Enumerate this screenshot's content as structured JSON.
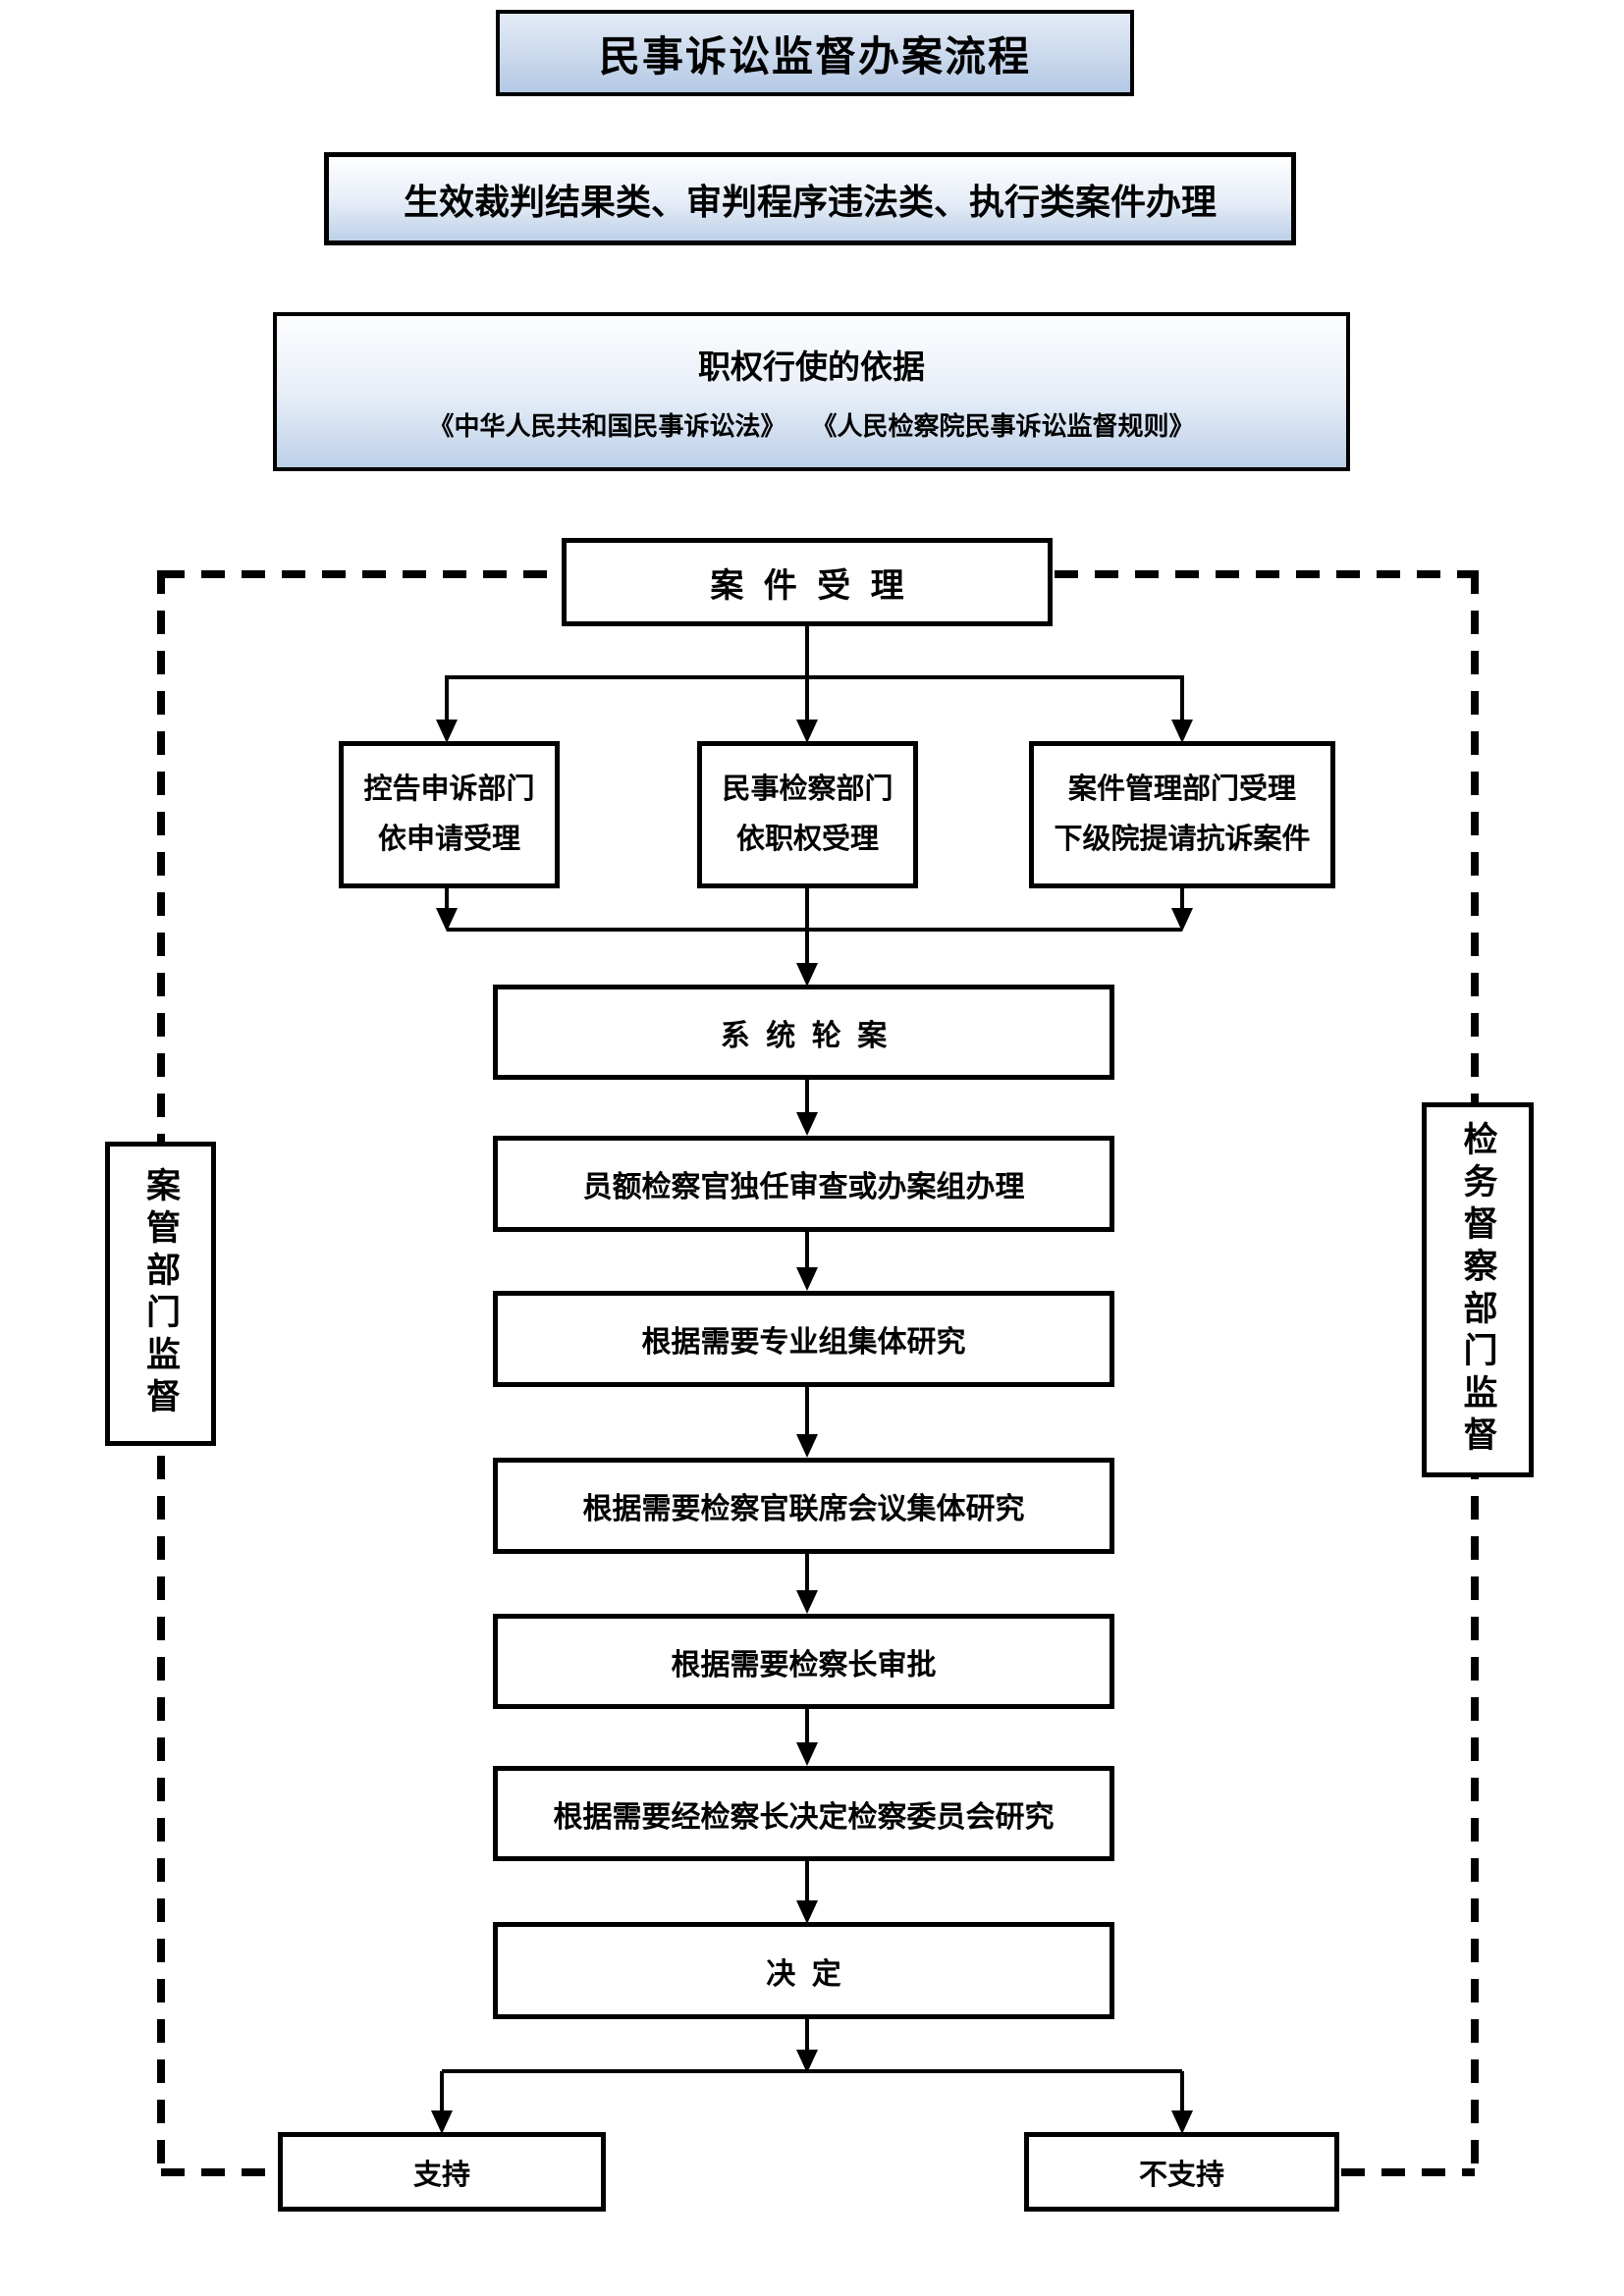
{
  "header": {
    "title": "民事诉讼监督办案流程",
    "scope": "生效裁判结果类、审判程序违法类、执行类案件办理",
    "basis_title": "职权行使的依据",
    "basis_refs": "《中华人民共和国民事诉讼法》　　《人民检察院民事诉讼监督规则》"
  },
  "flow": {
    "acceptance": "案件受理",
    "departments": [
      {
        "line1": "控告申诉部门",
        "line2": "依申请受理"
      },
      {
        "line1": "民事检察部门",
        "line2": "依职权受理"
      },
      {
        "line1": "案件管理部门受理",
        "line2": "下级院提请抗诉案件"
      }
    ],
    "steps": [
      "系统轮案",
      "员额检察官独任审查或办案组办理",
      "根据需要专业组集体研究",
      "根据需要检察官联席会议集体研究",
      "根据需要检察长审批",
      "根据需要经检察长决定检察委员会研究",
      "决定"
    ],
    "outcomes": {
      "support": "支持",
      "oppose": "不支持"
    }
  },
  "rails": {
    "left_label": "案管部门监督",
    "right_label": "检务督察部门监督"
  },
  "colors": {
    "line": "#000000",
    "box_fill": "#ffffff",
    "gradient_top": "#e3ebf6",
    "gradient_bottom": "#b3c8e4"
  }
}
